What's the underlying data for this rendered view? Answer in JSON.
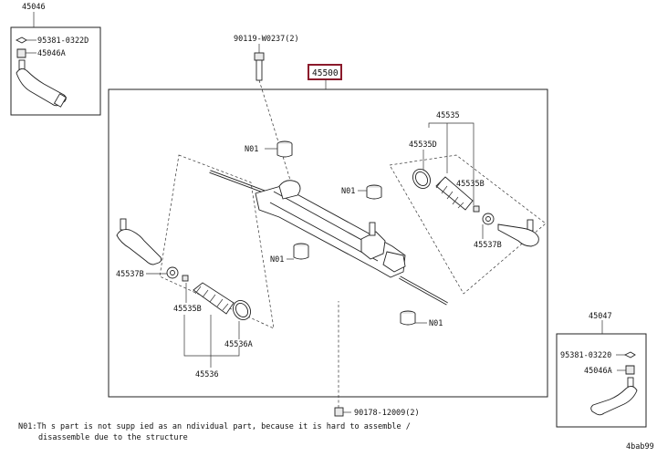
{
  "labels": {
    "group_45046": "45046",
    "group_45047": "45047",
    "main_part": "45500",
    "bolt_top": "90119-W0237(2)",
    "bolt_bottom": "90178-12009(2)",
    "n01_a": "N01",
    "n01_b": "N01",
    "n01_c": "N01",
    "n01_d": "N01",
    "p45535": "45535",
    "p45535D": "45535D",
    "p45535B_right": "45535B",
    "p45537B_right": "45537B",
    "p45537B_left": "45537B",
    "p45535B_left": "45535B",
    "p45536A": "45536A",
    "p45536": "45536",
    "clip_left": "95381-0322D",
    "nut_left": "45046A",
    "clip_right": "95381-03220",
    "nut_right": "45046A"
  },
  "footnote": {
    "line1": "N01:Th s part is not supp ied as an ndividual part, because it is hard to assemble /",
    "line2": "disassemble due to the structure"
  },
  "image_code": "4bab99",
  "colors": {
    "highlight_box": "#8b1a2b",
    "line": "#222222"
  }
}
